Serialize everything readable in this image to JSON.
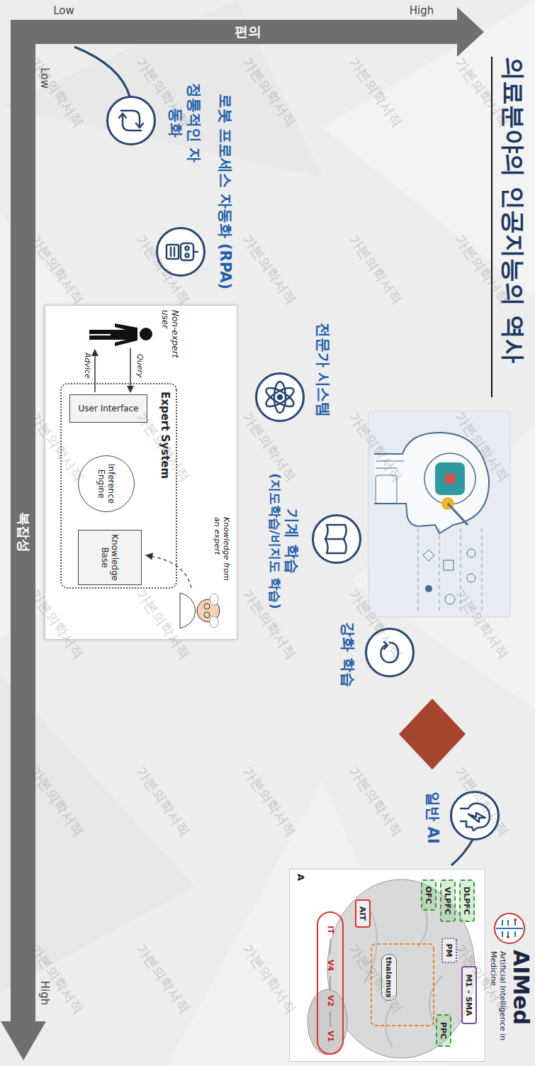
{
  "diagram": {
    "title": "의료분야의 인공지능의 역사",
    "nodes": [
      {
        "text": [
          "정통적인 자동화"
        ]
      },
      {
        "text": [
          "로봇 프로세스 자동화 (RPA)"
        ]
      },
      {
        "text": [
          "전문가 시스템"
        ]
      },
      {
        "text": [
          "기계 학습",
          "(지도학습/비지도 학습)"
        ]
      },
      {
        "text": [
          "강화 학습"
        ]
      },
      {
        "text": [
          "일반 AI"
        ]
      },
      {
        "text": [
          "Expert System"
        ]
      },
      {
        "text": [
          "User Interface"
        ],
        "in": 6
      },
      {
        "text": [
          "Inference Engine"
        ],
        "in": 6
      },
      {
        "text": [
          "Knowledge Base"
        ],
        "in": 6
      },
      {
        "text": [
          "DLPFC"
        ]
      },
      {
        "text": [
          "VLPFC"
        ]
      },
      {
        "text": [
          "OFC"
        ]
      },
      {
        "text": [
          "M1 – SMA"
        ]
      },
      {
        "text": [
          "PM"
        ]
      },
      {
        "text": [
          "PPC"
        ]
      },
      {
        "text": [
          "thalamus"
        ]
      },
      {
        "text": [
          "AIT"
        ]
      }
    ],
    "edges": [
      {
        "from": 0,
        "to": 1,
        "arrow": "none"
      },
      {
        "from": 1,
        "to": 2,
        "arrow": "none"
      },
      {
        "from": 2,
        "to": 3,
        "arrow": "none"
      },
      {
        "from": 3,
        "to": 4,
        "arrow": "none"
      },
      {
        "from": 4,
        "to": 5,
        "arrow": "none"
      },
      {
        "from": 7,
        "to": 8,
        "arrow": "both"
      },
      {
        "from": 8,
        "to": 9,
        "arrow": "both"
      }
    ],
    "labels": [
      "편의",
      "High",
      "Low",
      "복잡성",
      "Low",
      "High",
      "Non-expert user",
      "Query",
      "Advice",
      "Knowledge from an expert",
      "V1",
      "V2",
      "V4",
      "IT",
      "A",
      "AIMed",
      "Artificial Intelligence in Medicine",
      "가본의학서적",
      "가본의학서적",
      "가본의학서적",
      "가본의학서적",
      "가본의학서적",
      "가본의학서적",
      "가본의학서적",
      "가본의학서적",
      "가본의학서적",
      "가본의학서적",
      "가본의학서적",
      "가본의학서적",
      "가본의학서적",
      "가본의학서적",
      "가본의학서적",
      "가본의학서적",
      "가본의학서적",
      "가본의학서적",
      "가본의학서적",
      "가본의학서적",
      "가본의학서적",
      "가본의학서적",
      "가본의학서적",
      "가본의학서적",
      "가본의학서적",
      "가본의학서적",
      "가본의학서적",
      "가본의학서적",
      "가본의학서적",
      "가본의학서적"
    ]
  }
}
